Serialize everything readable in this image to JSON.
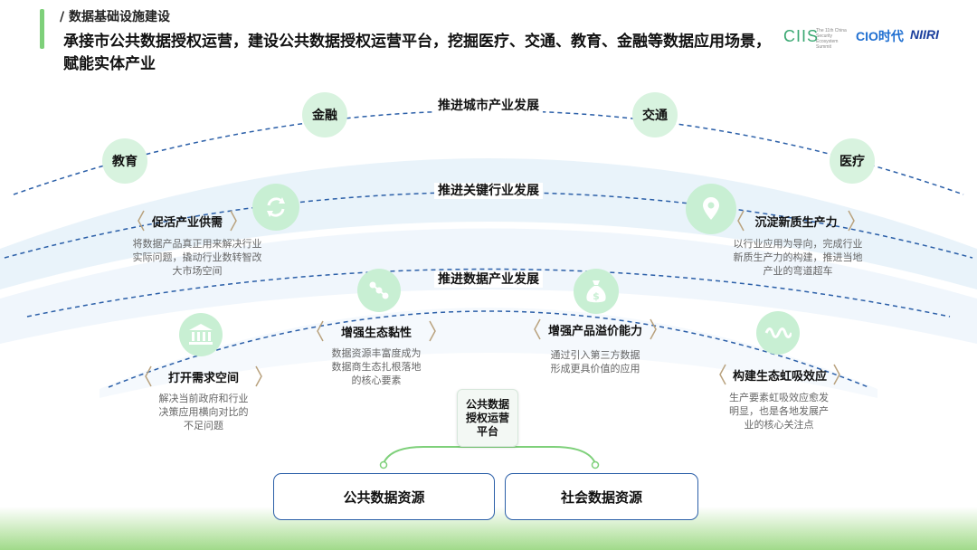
{
  "header": {
    "section_label": "/ 数据基础设施建设",
    "title": "承接市公共数据授权运营，建设公共数据授权运营平台，挖掘医疗、交通、教育、金融等数据应用场景，赋能实体产业",
    "logos": {
      "ciis": "CIIS",
      "ciis_sub": "The 11th China Security Ecosystem Summit",
      "cio": "CIO时代",
      "niiri": "NIIRI"
    }
  },
  "arcs": {
    "outer": "推进城市产业发展",
    "middle": "推进关键行业发展",
    "inner": "推进数据产业发展"
  },
  "top_nodes": [
    "教育",
    "金融",
    "交通",
    "医疗"
  ],
  "items": [
    {
      "title": "促活产业供需",
      "desc": [
        "将数据产品真正用来解决行业",
        "实际问题，撬动行业数转智改",
        "大市场空间"
      ],
      "icon": "refresh-icon"
    },
    {
      "title": "沉淀新质生产力",
      "desc": [
        "以行业应用为导向，完成行业",
        "新质生产力的构建，推进当地",
        "产业的弯道超车"
      ],
      "icon": "location-pin-icon"
    },
    {
      "title": "打开需求空间",
      "desc": [
        "解决当前政府和行业",
        "决策应用横向对比的",
        "不足问题"
      ],
      "icon": "bank-icon"
    },
    {
      "title": "增强生态黏性",
      "desc": [
        "数据资源丰富度成为",
        "数据商生态扎根落地",
        "的核心要素"
      ],
      "icon": "link-nodes-icon"
    },
    {
      "title": "增强产品溢价能力",
      "desc": [
        "通过引入第三方数据",
        "形成更具价值的应用"
      ],
      "icon": "money-bag-icon"
    },
    {
      "title": "构建生态虹吸效应",
      "desc": [
        "生产要素虹吸效应愈发",
        "明显，也是各地发展产",
        "业的核心关注点"
      ],
      "icon": "wave-icon"
    }
  ],
  "platform": "公共数据授权运营平台",
  "resources": [
    "公共数据资源",
    "社会数据资源"
  ],
  "colors": {
    "accent": "#7ed07a",
    "node": "#d8f3df",
    "dash": "#2b5fa8",
    "box_border": "#2b5fa8",
    "tag_bracket": "#b9a27e"
  }
}
